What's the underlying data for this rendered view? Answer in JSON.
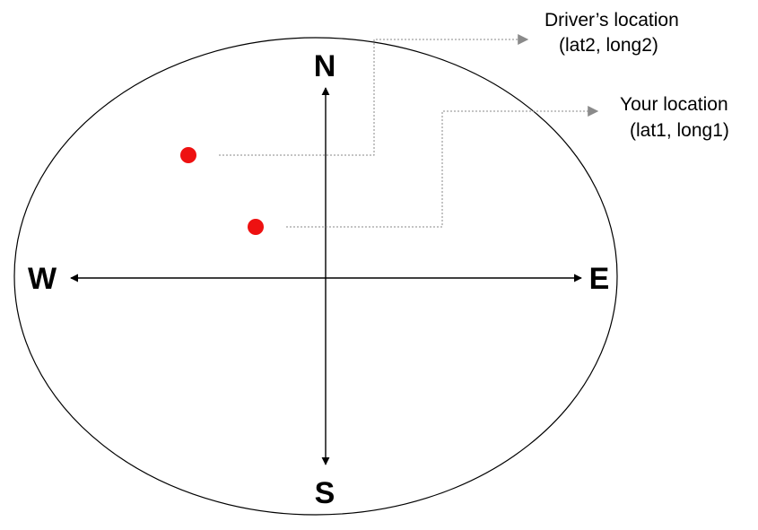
{
  "compass": {
    "north": "N",
    "south": "S",
    "east": "E",
    "west": "W"
  },
  "callouts": {
    "driver": {
      "line1": "Driver’s location",
      "line2": "(lat2, long2)"
    },
    "you": {
      "line1": "Your location",
      "line2": "(lat1, long1)"
    }
  },
  "colors": {
    "point": "#ee1111",
    "leader": "#8a8a8a",
    "outline": "#000000"
  },
  "icons": {
    "driver_point": "red-dot",
    "your_point": "red-dot"
  }
}
